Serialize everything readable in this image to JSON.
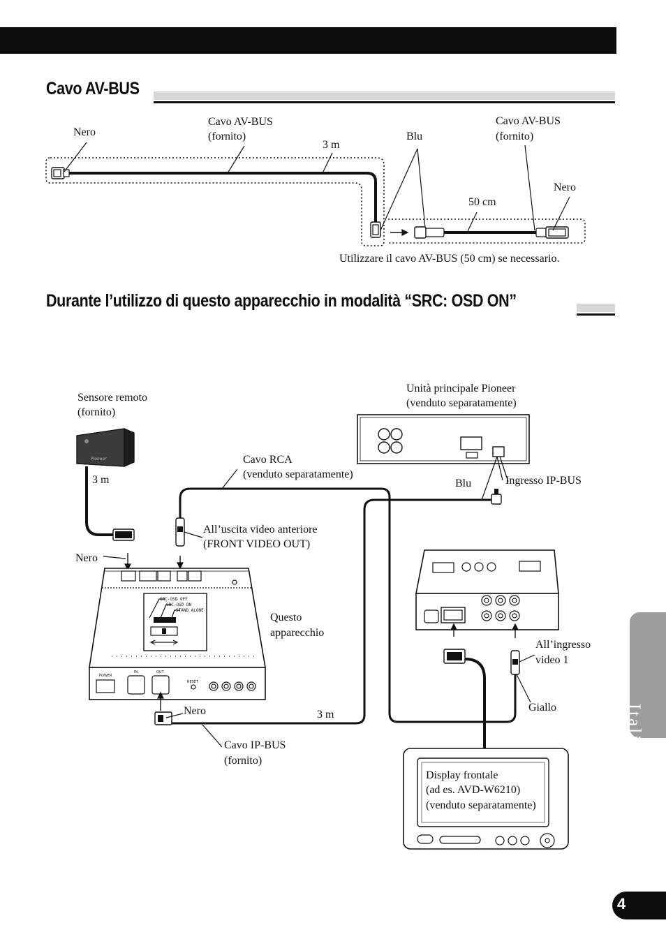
{
  "header": {
    "bar_color": "#0d0d0d"
  },
  "section1": {
    "title": "Cavo AV-BUS",
    "labels": {
      "nero_left": "Nero",
      "cable_left_line1": "Cavo AV-BUS",
      "cable_left_line2": "(fornito)",
      "length_3m": "3 m",
      "blu": "Blu",
      "cable_right_line1": "Cavo AV-BUS",
      "cable_right_line2": "(fornito)",
      "nero_right": "Nero",
      "length_50cm": "50 cm",
      "note": "Utilizzare il cavo AV-BUS (50 cm) se necessario."
    }
  },
  "section2": {
    "title": "Durante l’utilizzo di questo apparecchio in modalità “SRC: OSD ON”",
    "labels": {
      "sensor_line1": "Sensore remoto",
      "sensor_line2": "(fornito)",
      "sensor_length": "3 m",
      "head_unit_line1": "Unità principale Pioneer",
      "head_unit_line2": "(venduto separatamente)",
      "rca_line1": "Cavo RCA",
      "rca_line2": "(venduto separatamente)",
      "blu": "Blu",
      "ip_bus_input": "Ingresso IP-BUS",
      "front_video_line1": "All’uscita video anteriore",
      "front_video_line2": "(FRONT VIDEO OUT)",
      "nero_top": "Nero",
      "this_unit_line1": "Questo",
      "this_unit_line2": "apparecchio",
      "video_in_line1": "All’ingresso",
      "video_in_line2": "video 1",
      "nero_bottom": "Nero",
      "length_3m": "3 m",
      "giallo": "Giallo",
      "ip_bus_cable_line1": "Cavo IP-BUS",
      "ip_bus_cable_line2": "(fornito)",
      "display_line1": "Display frontale",
      "display_line2": "(ad es. AVD-W6210)",
      "display_line3": "(venduto separatamente)"
    },
    "device_text": {
      "switch_1": "SRC-OSD OFF",
      "switch_2": "SRC-OSD ON",
      "switch_3": "STAND ALONE",
      "power": "POWER",
      "in": "IN",
      "out": "OUT",
      "reset": "RESET",
      "sensor_brand": "Pioneer"
    }
  },
  "side_tab": {
    "label": "Italiano",
    "color": "#9d9d9d"
  },
  "page": {
    "number": "4"
  }
}
